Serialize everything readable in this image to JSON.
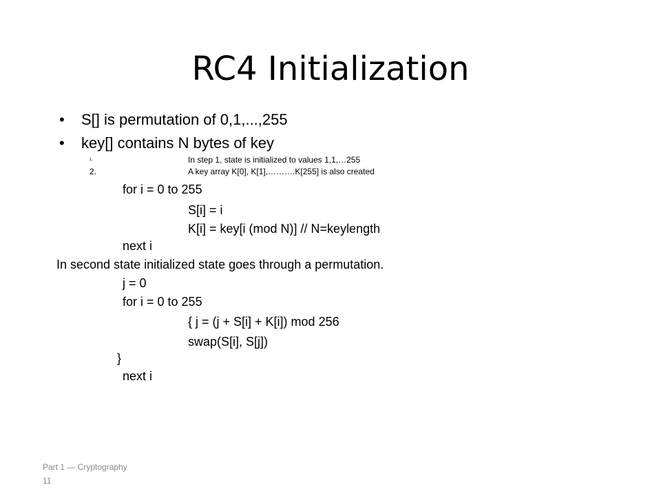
{
  "slide": {
    "title": "RC4 Initialization",
    "bullets": [
      {
        "marker": "•",
        "text": "S[] is permutation  of 0,1,...,255"
      },
      {
        "marker": "•",
        "text": "key[] contains N bytes of key"
      }
    ],
    "numbered": [
      {
        "num": "1.",
        "text": "In step 1, state is initialized to values 1,1,…255"
      },
      {
        "num": "2.",
        "text": "A key array K[0], K[1],……….K[255]  is also created"
      }
    ],
    "code": {
      "l1": "for i = 0 to 255",
      "l2": "S[i] = i",
      "l3": "K[i] = key[i (mod N)] // N=keylength",
      "l4": "next i",
      "l5": "In second state initialized state goes through a permutation.",
      "l6": "j = 0",
      "l7": "for i = 0 to 255",
      "l8": "{ j = (j + S[i] + K[i]) mod 256",
      "l9": "swap(S[i], S[j])",
      "l10": "}",
      "l11": "next i"
    },
    "footer": "Part 1 — Cryptography",
    "page_number": "11"
  }
}
